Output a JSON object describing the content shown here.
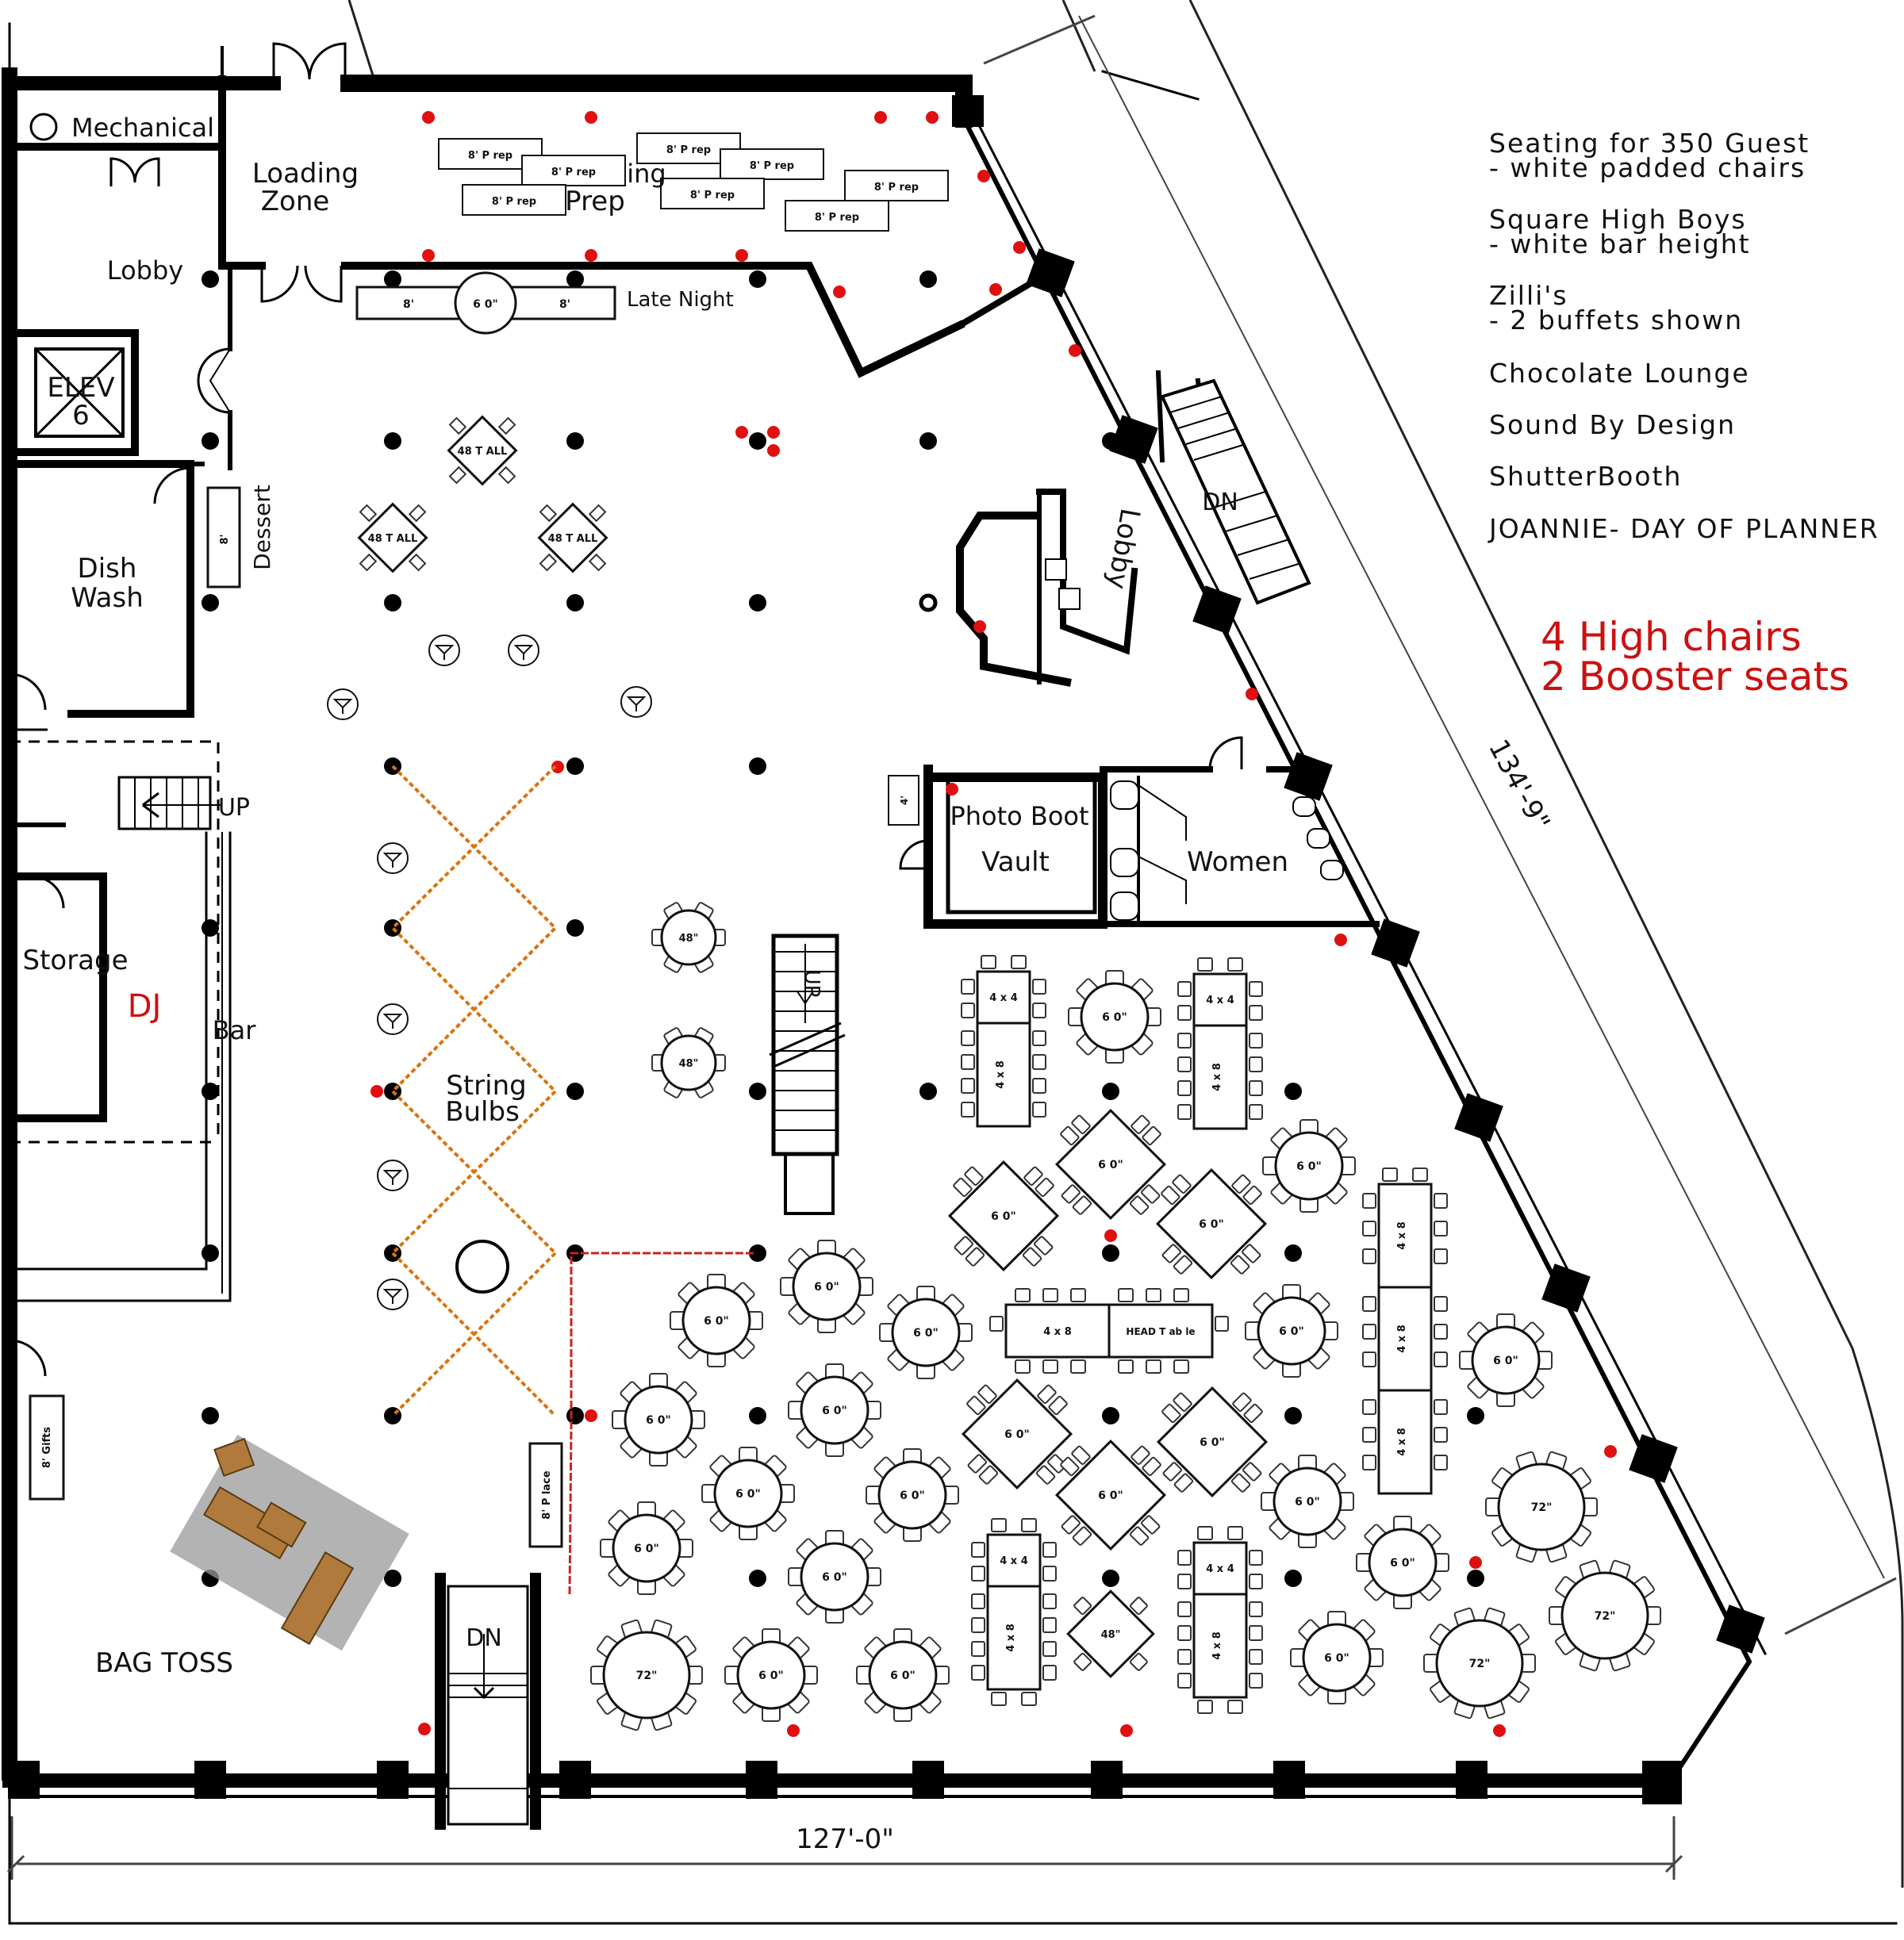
{
  "rooms": {
    "mechanical": "Mechanical",
    "loading_zone": [
      "Loading",
      "Zone"
    ],
    "lobby": "Lobby",
    "elevator": [
      "ELEV",
      "6"
    ],
    "dish_wash": [
      "Dish",
      "Wash"
    ],
    "dessert": "Dessert",
    "prep": "Prep",
    "prep_partial": "ing",
    "late_night": "Late Night",
    "storage": "Storage",
    "dj": "DJ",
    "bar": "Bar",
    "up": "UP",
    "photo_booth": "Photo Boot",
    "vault": "Vault",
    "women": "Women",
    "lobby_rotated": "Lobby",
    "dn": "DN",
    "string_bulbs": [
      "String",
      "Bulbs"
    ],
    "bag_toss": "BAG TOSS"
  },
  "labels": {
    "prep_table": "8' P rep",
    "eight_ft": "8'",
    "sixty": "6 0\"",
    "forty_eight": "48\"",
    "forty_eight_tall": "48 T ALL",
    "seventy_two": "72\"",
    "four_by_four": "4 x 4",
    "four_by_eight": "4 x 8",
    "head_table": "HEAD T ab le",
    "gifts": "8' Gifts",
    "place": "8' P lace",
    "four_ft": "4'"
  },
  "dimensions": {
    "bottom": "127'-0\"",
    "diagonal": "134'-9\""
  },
  "notes": [
    "Seating for 350 Guest",
    "- white padded chairs",
    "Square High Boys",
    "- white bar height",
    "Zilli's",
    "- 2 buffets shown",
    "Chocolate Lounge",
    "Sound By Design",
    "ShutterBooth",
    "JOANNIE- DAY OF PLANNER"
  ],
  "red_notes": [
    "4 High chairs",
    "2 Booster seats"
  ],
  "colors": {
    "wall": "#000000",
    "accent_red": "#cc1111",
    "string_bulbs": "#d9730d",
    "red_line": "#cc2222",
    "lounge_rug": "#9a9a9a",
    "lounge_furniture": "#b07a3c"
  }
}
